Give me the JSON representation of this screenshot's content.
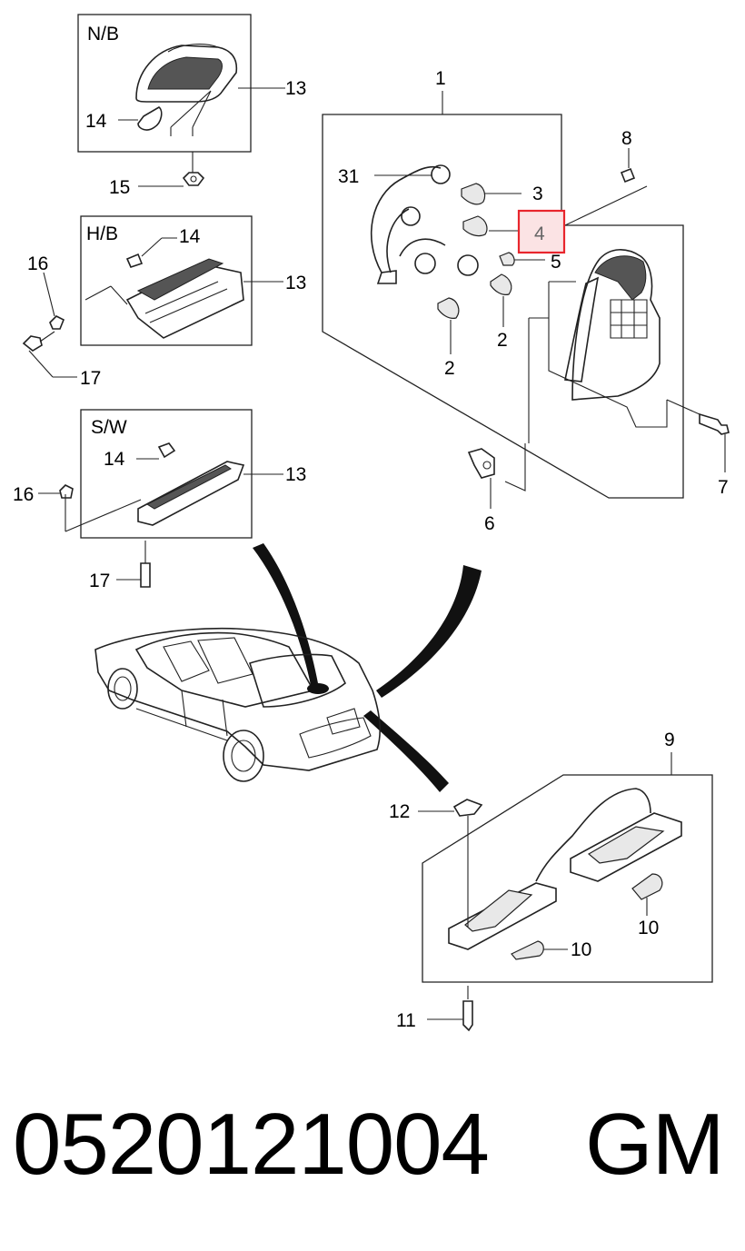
{
  "boxes": {
    "nb": "N/B",
    "hb": "H/B",
    "sw": "S/W"
  },
  "callouts": [
    "1",
    "2",
    "2",
    "3",
    "4",
    "5",
    "6",
    "7",
    "8",
    "9",
    "10",
    "10",
    "11",
    "12",
    "13",
    "13",
    "13",
    "14",
    "14",
    "14",
    "15",
    "16",
    "16",
    "17",
    "17",
    "31"
  ],
  "highlight": {
    "label": "4",
    "color": "#e8262d",
    "fill": "#fbe3e4"
  },
  "caption": {
    "part_number": "0520121004",
    "brand": "GM"
  }
}
